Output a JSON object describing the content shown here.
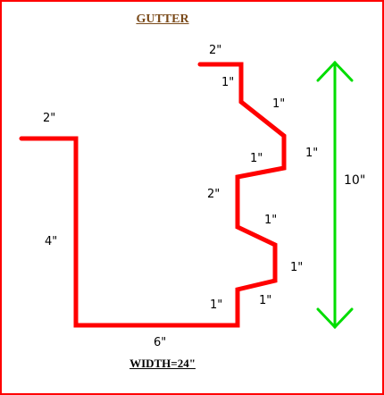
{
  "title": "GUTTER",
  "footer": "WIDTH=24\"",
  "colors": {
    "profile": "#ff0000",
    "height_arrow": "#00dd00",
    "frame": "#ff0000",
    "title": "#7a4a1a"
  },
  "dimensions": {
    "top_lip": "2\"",
    "back_lip": "2\"",
    "back_height": "4\"",
    "bottom_width": "6\"",
    "step_1": "1\"",
    "slope_1": "1\"",
    "step_2": "1\"",
    "step_3": "1\"",
    "front_middle": "2\"",
    "step_4": "1\"",
    "step_5": "1\"",
    "step_6": "1\"",
    "step_7": "1\"",
    "total_height": "10\""
  }
}
